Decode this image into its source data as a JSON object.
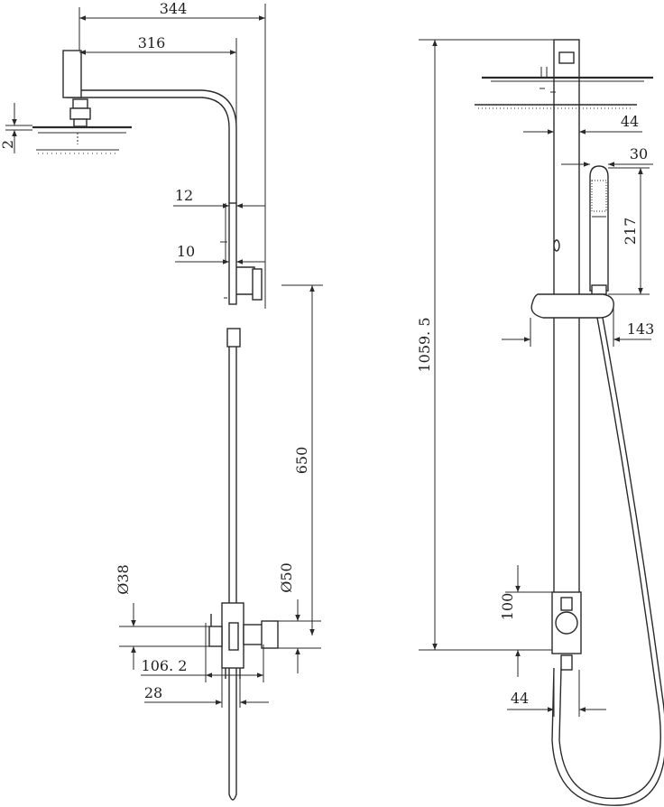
{
  "drawing": {
    "dimensions": {
      "width_344": "344",
      "width_316": "316",
      "height_2": "2",
      "offset_12": "12",
      "offset_10": "10",
      "height_650": "650",
      "dia_38": "Ø38",
      "dia_50": "Ø50",
      "length_106_2": "106. 2",
      "length_28": "28",
      "height_1059_5": "1059. 5",
      "width_44_top": "44",
      "width_30": "30",
      "height_217": "217",
      "width_143": "143",
      "height_100": "100",
      "width_44_bottom": "44"
    },
    "colors": {
      "line": "#2a2a2a",
      "background": "#ffffff"
    }
  }
}
